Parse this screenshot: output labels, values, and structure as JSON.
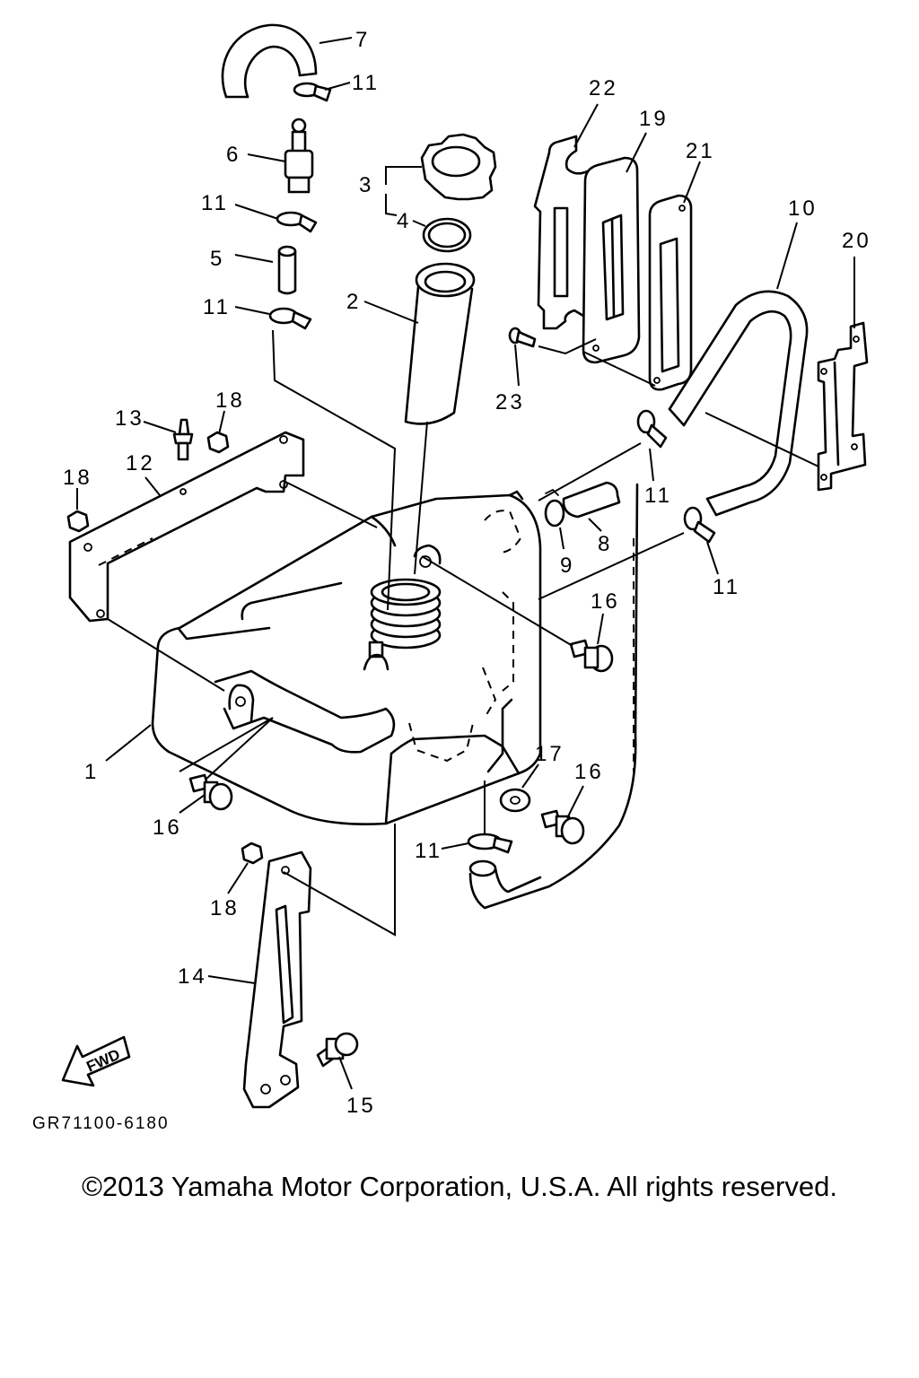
{
  "diagram": {
    "part_labels": [
      {
        "id": "p7",
        "text": "7"
      },
      {
        "id": "p11a",
        "text": "11"
      },
      {
        "id": "p6",
        "text": "6"
      },
      {
        "id": "p3",
        "text": "3"
      },
      {
        "id": "p4",
        "text": "4"
      },
      {
        "id": "p11b",
        "text": "11"
      },
      {
        "id": "p5",
        "text": "5"
      },
      {
        "id": "p2",
        "text": "2"
      },
      {
        "id": "p11c",
        "text": "11"
      },
      {
        "id": "p22",
        "text": "22"
      },
      {
        "id": "p19",
        "text": "19"
      },
      {
        "id": "p21",
        "text": "21"
      },
      {
        "id": "p10",
        "text": "10"
      },
      {
        "id": "p20",
        "text": "20"
      },
      {
        "id": "p23",
        "text": "23"
      },
      {
        "id": "p18a",
        "text": "18"
      },
      {
        "id": "p13",
        "text": "13"
      },
      {
        "id": "p12",
        "text": "12"
      },
      {
        "id": "p18b",
        "text": "18"
      },
      {
        "id": "p11d",
        "text": "11"
      },
      {
        "id": "p9",
        "text": "9"
      },
      {
        "id": "p8",
        "text": "8"
      },
      {
        "id": "p11e",
        "text": "11"
      },
      {
        "id": "p16a",
        "text": "16"
      },
      {
        "id": "p1",
        "text": "1"
      },
      {
        "id": "p17",
        "text": "17"
      },
      {
        "id": "p16b",
        "text": "16"
      },
      {
        "id": "p16c",
        "text": "16"
      },
      {
        "id": "p11f",
        "text": "11"
      },
      {
        "id": "p18c",
        "text": "18"
      },
      {
        "id": "p14",
        "text": "14"
      },
      {
        "id": "p15",
        "text": "15"
      }
    ],
    "fwd_label": "FWD",
    "drawing_code": "GR71100-6180"
  },
  "footer": {
    "copyright": "©2013 Yamaha Motor Corporation, U.S.A. All rights reserved."
  }
}
